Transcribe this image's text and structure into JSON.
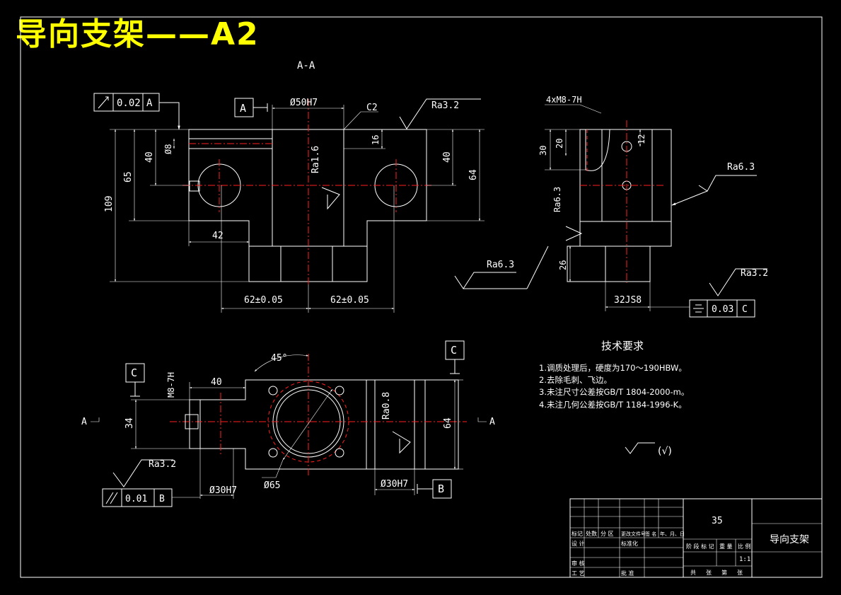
{
  "title_banner": "导向支架——A2",
  "section_label": "A-A",
  "section_marker": "A",
  "datums": {
    "a": "A",
    "b": "B",
    "c": "C"
  },
  "fcf_top_left": {
    "symbol": "circular-runout",
    "tolerance": "0.02",
    "datum": "A"
  },
  "fcf_right": {
    "symbol": "symmetry",
    "tolerance": "0.03",
    "datum": "C"
  },
  "fcf_bottom_left": {
    "symbol": "parallelism",
    "tolerance": "0.01",
    "datum": "B"
  },
  "dims_section": {
    "bore": "Ø50H7",
    "chamfer": "C2",
    "d8": "Ø8",
    "d40_left": "40",
    "d16": "16",
    "d40_right": "40",
    "d65": "65",
    "d64": "64",
    "d109": "109",
    "d42": "42",
    "d62_left": "62±0.05",
    "d62_right": "62±0.05"
  },
  "dims_side": {
    "thread": "4xM8-7H",
    "d30": "30",
    "d20": "20",
    "d12": "12",
    "d26": "26",
    "d32": "32JS8"
  },
  "dims_plan": {
    "angle": "45°",
    "thread": "M8-7H",
    "d40": "40",
    "d34": "34",
    "d64": "64",
    "d65": "Ø65",
    "d30_left": "Ø30H7",
    "d30_right": "Ø30H7"
  },
  "roughness": {
    "r1": "Ra3.2",
    "r2": "Ra1.6",
    "r3": "Ra6.3",
    "r4": "Ra6.3",
    "r5": "Ra6.3",
    "r6": "Ra3.2",
    "r7": "Ra0.8",
    "r8": "Ra3.2"
  },
  "tech_req": {
    "title": "技术要求",
    "items": [
      "1.调质处理后，硬度为170～190HBW。",
      "2.去除毛刺、飞边。",
      "3.未注尺寸公差按GB/T 1804-2000-m。",
      "4.未注几何公差按GB/T 1184-1996-K。"
    ],
    "general_roughness": "(√)"
  },
  "title_block": {
    "material": "35",
    "part_name": "导向支架",
    "scale": "1:1",
    "rev_headers": [
      "标记",
      "处数",
      "分 区",
      "更改文件号",
      "签 名",
      "年、月、日"
    ],
    "row_design": "设 计",
    "row_std": "标准化",
    "row_review": "审 核",
    "row_process": "工 艺",
    "row_approve": "批 准",
    "stage_headers": [
      "阶 段 标 记",
      "重 量",
      "比 例"
    ],
    "sheet": [
      "共",
      "张",
      "第",
      "张"
    ]
  }
}
